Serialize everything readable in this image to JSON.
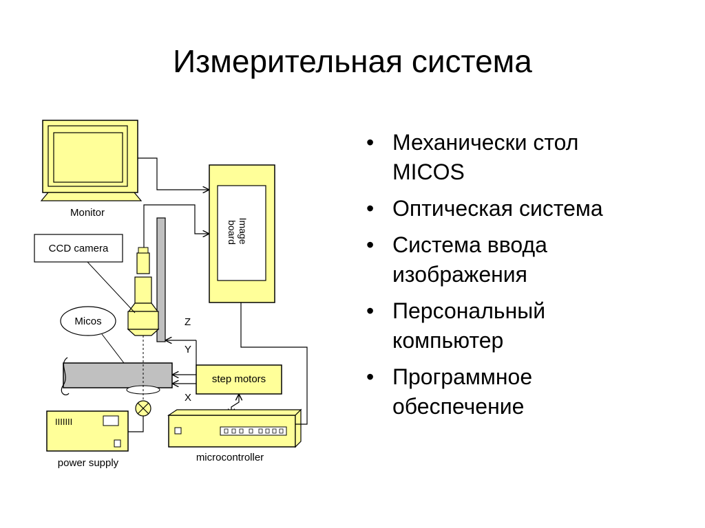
{
  "slide": {
    "title": "Измерительная система"
  },
  "colors": {
    "device_fill": "#ffff99",
    "rail_fill": "#c0c0c0",
    "stroke": "#000000"
  },
  "diagram": {
    "monitor_label": "Monitor",
    "image_board_label": "Image\nboard",
    "ccd_camera_label": "CCD camera",
    "micos_label": "Micos",
    "axis_z": "Z",
    "axis_y": "Y",
    "axis_x": "X",
    "step_motors_label": "step motors",
    "power_supply_label": "power supply",
    "power_supply_panel": "IIIIIII",
    "microcontroller_label": "microcontroller"
  },
  "bullets": [
    "Механически стол\nMICOS",
    "Оптическая система",
    "Система ввода\nизображения",
    "Персональный\nкомпьютер",
    "Программное\nобеспечение"
  ]
}
